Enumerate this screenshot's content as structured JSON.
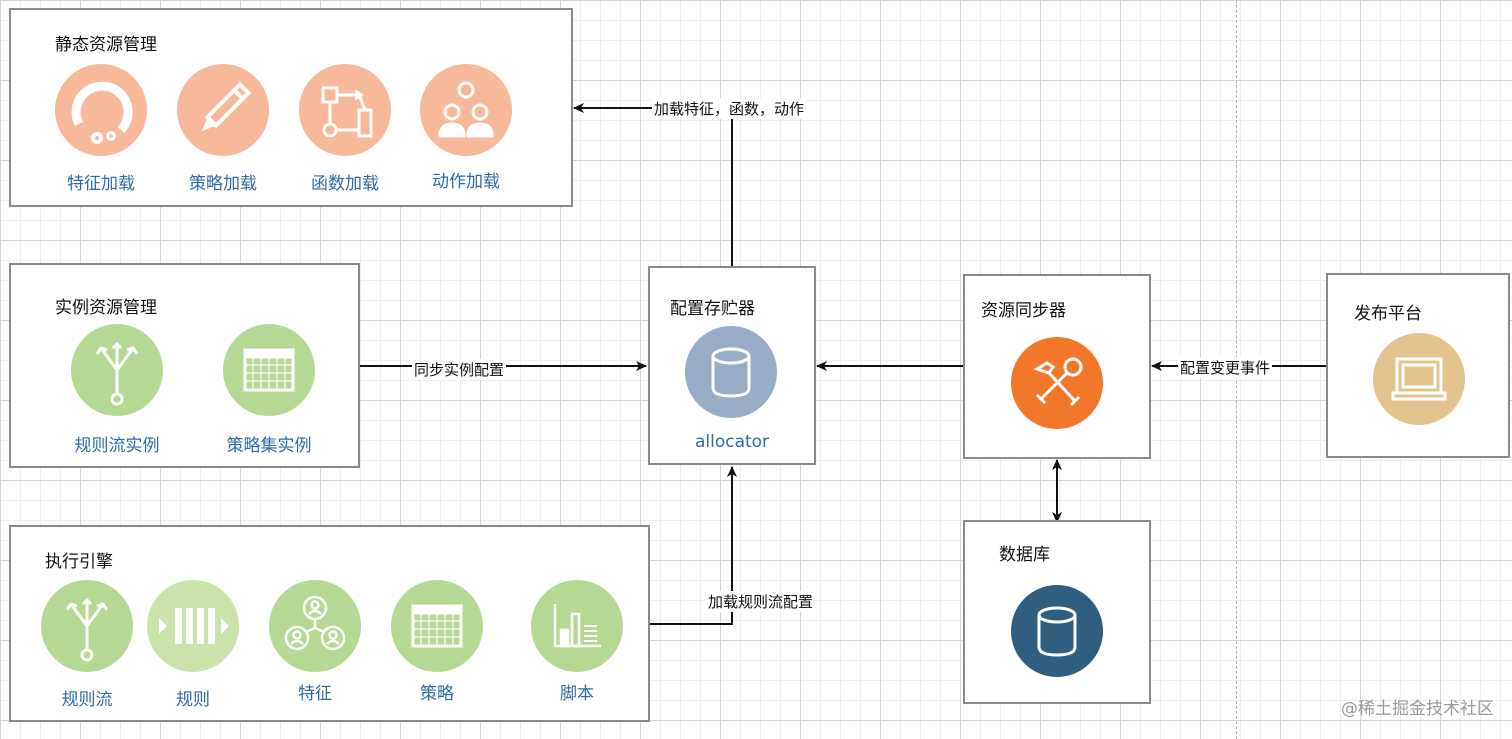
{
  "static_group": {
    "title": "静态资源管理",
    "items": [
      {
        "label": "特征加载",
        "icon": "gear-cycle-icon"
      },
      {
        "label": "策略加载",
        "icon": "pencil-icon"
      },
      {
        "label": "函数加载",
        "icon": "flow-icon"
      },
      {
        "label": "动作加载",
        "icon": "people-group-icon"
      }
    ]
  },
  "instance_group": {
    "title": "实例资源管理",
    "items": [
      {
        "label": "规则流实例",
        "icon": "branch-arrows-icon"
      },
      {
        "label": "策略集实例",
        "icon": "table-grid-icon"
      }
    ]
  },
  "engine_group": {
    "title": "执行引擎",
    "items": [
      {
        "label": "规则流",
        "icon": "branch-arrows-icon"
      },
      {
        "label": "规则",
        "icon": "bars-icon"
      },
      {
        "label": "特征",
        "icon": "users-network-icon"
      },
      {
        "label": "策略",
        "icon": "table-grid-icon"
      },
      {
        "label": "脚本",
        "icon": "bar-chart-icon"
      }
    ]
  },
  "config_store": {
    "title": "配置存贮器",
    "label": "allocator",
    "icon": "database-icon"
  },
  "resource_sync": {
    "title": "资源同步器",
    "icon": "tools-icon"
  },
  "database": {
    "title": "数据库",
    "icon": "database-icon"
  },
  "publish_platform": {
    "title": "发布平台",
    "icon": "monitor-icon"
  },
  "edges": {
    "load_static": "加载特征，函数，动作",
    "sync_instance": "同步实例配置",
    "load_ruleflow": "加载规则流配置",
    "config_event": "配置变更事件"
  },
  "colors": {
    "static": "#f8b89a",
    "green": "#b5d995",
    "light_green": "#c9e3aa",
    "store": "#99acc6",
    "sync": "#f2772b",
    "db": "#2f5e80",
    "platform": "#e3c48e",
    "label": "#2f6aa8"
  },
  "watermark": "@稀土掘金技术社区"
}
